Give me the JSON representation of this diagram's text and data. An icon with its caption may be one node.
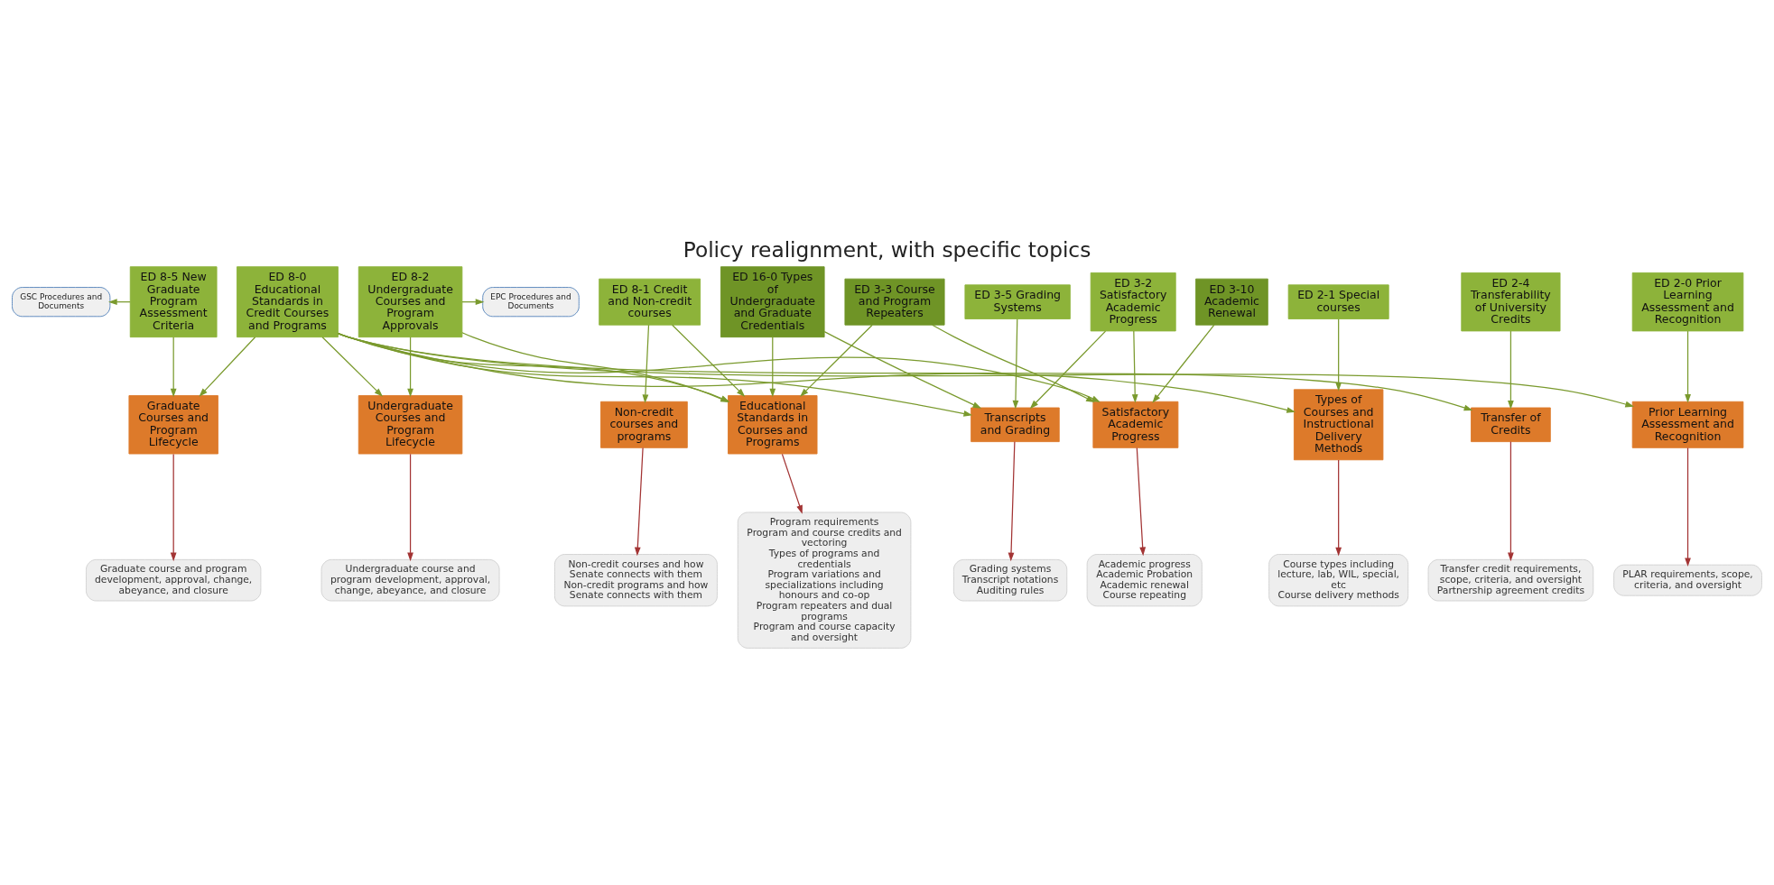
{
  "diagram": {
    "title": "Policy realignment, with specific topics",
    "nodes": [
      {
        "text": [
          "GSC Procedures and Documents"
        ]
      },
      {
        "text": [
          "EPC Procedures and Documents"
        ]
      },
      {
        "text": [
          "ED 8-1 Credit and Non-credit courses"
        ]
      },
      {
        "text": [
          "ED 8-5 New Graduate Program Assessment Criteria"
        ]
      },
      {
        "text": [
          "ED 8-2 Undergraduate Courses and Program Approvals"
        ]
      },
      {
        "text": [
          "ED 16-0 Types of Undergraduate and Graduate Credentials"
        ]
      },
      {
        "text": [
          "ED 3-3 Course and Program Repeaters"
        ]
      },
      {
        "text": [
          "ED 3-5 Grading Systems"
        ]
      },
      {
        "text": [
          "ED 3-2 Satisfactory Academic Progress"
        ]
      },
      {
        "text": [
          "ED 3-10 Academic Renewal"
        ]
      },
      {
        "text": [
          "ED 2-1 Special courses"
        ]
      },
      {
        "text": [
          "ED 2-4 Transferability of University Credits"
        ]
      },
      {
        "text": [
          "ED 2-0 Prior Learning Assessment and Recognition"
        ]
      },
      {
        "text": [
          "Non-credit courses and programs"
        ]
      },
      {
        "text": [
          "Graduate Courses and Program Lifecycle"
        ]
      },
      {
        "text": [
          "Undergraduate Courses and Program Lifecycle"
        ]
      },
      {
        "text": [
          "Educational Standards in Courses and Programs"
        ]
      },
      {
        "text": [
          "Transcripts and Grading"
        ]
      },
      {
        "text": [
          "Satisfactory Academic Progress"
        ]
      },
      {
        "text": [
          "Types of Courses and Instructional Delivery Methods"
        ]
      },
      {
        "text": [
          "Transfer of Credits"
        ]
      },
      {
        "text": [
          "Prior Learning Assessment and Recognition"
        ]
      },
      {
        "text": [
          "Non-credit courses and how Senate connects with them",
          "Non-credit programs and how Senate connects with them"
        ]
      },
      {
        "text": [
          "Graduate course and program development, approval, change, abeyance, and closure"
        ]
      },
      {
        "text": [
          "Undergraduate course and program development, approval, change, abeyance, and closure"
        ]
      },
      {
        "text": [
          "Program requirements",
          "Program and course credits and vectoring",
          "Types of programs and credentials",
          "Program variations and specializations including honours and co-op",
          "Program repeaters and dual programs",
          "Program and course capacity and oversight"
        ]
      },
      {
        "text": [
          "Grading systems",
          "Transcript notations",
          "Auditing rules"
        ]
      },
      {
        "text": [
          "Academic progress",
          "Academic Probation",
          "Academic renewal",
          "Course repeating"
        ]
      },
      {
        "text": [
          "Course types including lecture, lab, WIL, special, etc",
          "Course delivery methods"
        ]
      },
      {
        "text": [
          "Transfer credit requirements, scope, criteria, and oversight",
          "Partnership agreement credits"
        ]
      },
      {
        "text": [
          "PLAR requirements, scope, criteria, and oversight"
        ]
      },
      {
        "text": [
          "ED 8-0 Educational Standards in Credit Courses and Programs"
        ]
      }
    ],
    "edges": [
      {
        "from": 3,
        "to": 0,
        "arrow": "to"
      },
      {
        "from": 4,
        "to": 1,
        "arrow": "to"
      },
      {
        "from": 2,
        "to": 13,
        "arrow": "to"
      },
      {
        "from": 2,
        "to": 16,
        "arrow": "to"
      },
      {
        "from": 3,
        "to": 14,
        "arrow": "to"
      },
      {
        "from": 4,
        "to": 15,
        "arrow": "to"
      },
      {
        "from": 4,
        "to": 16,
        "arrow": "to"
      },
      {
        "from": 5,
        "to": 16,
        "arrow": "to"
      },
      {
        "from": 5,
        "to": 17,
        "arrow": "to"
      },
      {
        "from": 6,
        "to": 16,
        "arrow": "to"
      },
      {
        "from": 6,
        "to": 18,
        "arrow": "to"
      },
      {
        "from": 7,
        "to": 17,
        "arrow": "to"
      },
      {
        "from": 8,
        "to": 17,
        "arrow": "to"
      },
      {
        "from": 8,
        "to": 18,
        "arrow": "to"
      },
      {
        "from": 9,
        "to": 18,
        "arrow": "to"
      },
      {
        "from": 10,
        "to": 19,
        "arrow": "to"
      },
      {
        "from": 11,
        "to": 20,
        "arrow": "to"
      },
      {
        "from": 12,
        "to": 21,
        "arrow": "to"
      },
      {
        "from": 13,
        "to": 22,
        "arrow": "to",
        "color": "#a33434"
      },
      {
        "from": 14,
        "to": 23,
        "arrow": "to",
        "color": "#a33434"
      },
      {
        "from": 15,
        "to": 24,
        "arrow": "to",
        "color": "#a33434"
      },
      {
        "from": 16,
        "to": 25,
        "arrow": "to",
        "color": "#a33434"
      },
      {
        "from": 17,
        "to": 26,
        "arrow": "to",
        "color": "#a33434"
      },
      {
        "from": 18,
        "to": 27,
        "arrow": "to",
        "color": "#a33434"
      },
      {
        "from": 19,
        "to": 28,
        "arrow": "to",
        "color": "#a33434"
      },
      {
        "from": 20,
        "to": 29,
        "arrow": "to",
        "color": "#a33434"
      },
      {
        "from": 21,
        "to": 30,
        "arrow": "to",
        "color": "#a33434"
      },
      {
        "from": 31,
        "to": 14,
        "arrow": "to"
      },
      {
        "from": 31,
        "to": 15,
        "arrow": "to"
      },
      {
        "from": 31,
        "to": 16,
        "arrow": "to"
      },
      {
        "from": 31,
        "to": 17,
        "arrow": "to"
      },
      {
        "from": 31,
        "to": 18,
        "arrow": "to"
      },
      {
        "from": 31,
        "to": 19,
        "arrow": "to"
      },
      {
        "from": 31,
        "to": 20,
        "arrow": "to"
      },
      {
        "from": 31,
        "to": 21,
        "arrow": "to"
      }
    ]
  }
}
